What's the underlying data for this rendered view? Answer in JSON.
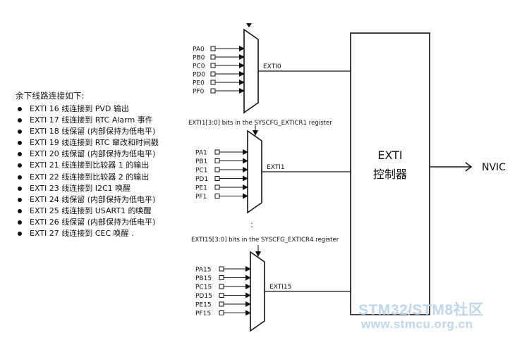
{
  "notes": {
    "heading": "余下线路连接如下:",
    "items": [
      "EXTI 16 线连接到 PVD 输出",
      "EXTI 17 线连接到 RTC Alarm 事件",
      "EXTI 18 线保留 (内部保持为低电平)",
      "EXTI 19 线连接到 RTC 窜改和时间戳",
      "EXTI 20 线保留 (内部保持为低电平)",
      "EXTI 21 线连接到比较器 1 的输出",
      "EXTI 22 线连接到比较器 2 的输出",
      "EXTI 23 线连接到 I2C1 唤醒",
      "EXTI 24 线保留 (内部保持为低电平)",
      "EXTI 25 线连接到 USART1 的唤醒",
      "EXTI 26 线保留 (内部保持为低电平)",
      "EXTI 27 线连接到 CEC 唤醒 ."
    ]
  },
  "diagram": {
    "mux0": {
      "inputs": [
        "PA0",
        "PB0",
        "PC0",
        "PD0",
        "PE0",
        "PF0"
      ],
      "output": "EXTI0"
    },
    "mux1": {
      "select": "EXTI1[3:0] bits in the SYSCFG_EXTICR1 register",
      "inputs": [
        "PA1",
        "PB1",
        "PC1",
        "PD1",
        "PE1",
        "PF1"
      ],
      "output": "EXTI1"
    },
    "ellipsis": ":",
    "mux15": {
      "select": "EXTI15[3:0] bits in the SYSCFG_EXTICR4 register",
      "inputs": [
        "PA15",
        "PB15",
        "PC15",
        "PD15",
        "PE15",
        "PF15"
      ],
      "output": "EXTI15"
    },
    "exti_block": {
      "line1": "EXTI",
      "line2": "控制器"
    },
    "output_label": "NVIC"
  },
  "watermark": {
    "line1": "STM32/STM8社区",
    "line2": "www.stmcu.org.cn"
  }
}
